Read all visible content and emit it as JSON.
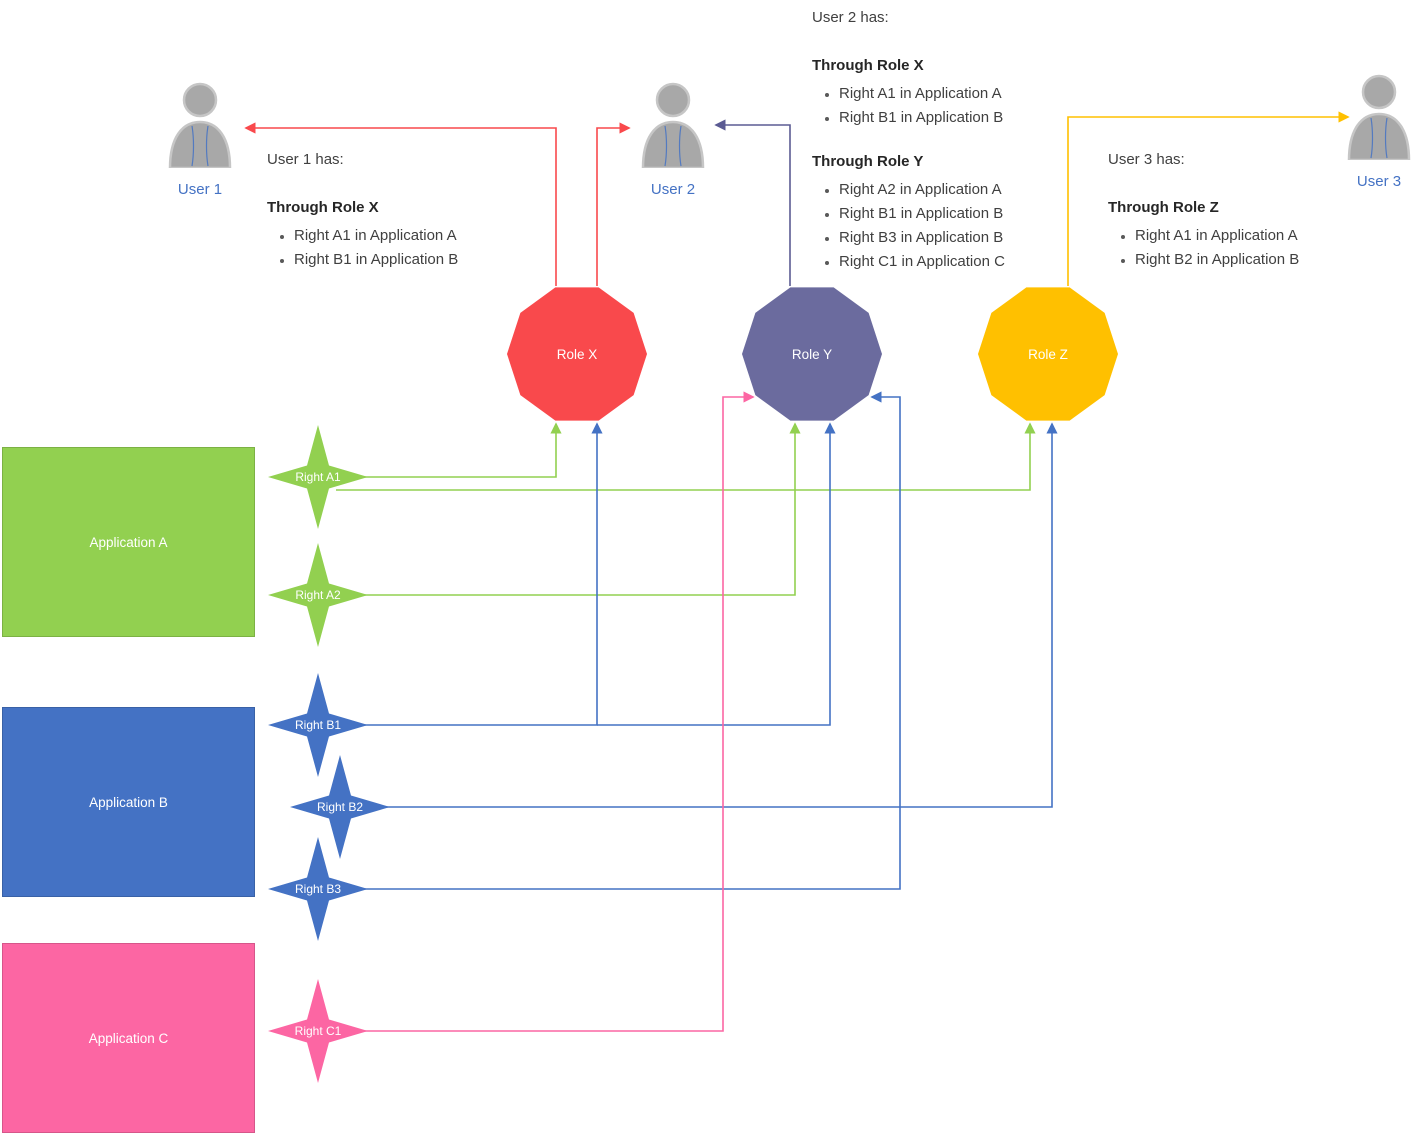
{
  "users": [
    {
      "name": "User 1"
    },
    {
      "name": "User 2"
    },
    {
      "name": "User 3"
    }
  ],
  "roles": [
    {
      "name": "Role X",
      "color": "#F9494C"
    },
    {
      "name": "Role Y",
      "color": "#6B6B9E"
    },
    {
      "name": "Role Z",
      "color": "#FFC000"
    }
  ],
  "applications": [
    {
      "name": "Application A",
      "color": "#92D050"
    },
    {
      "name": "Application B",
      "color": "#4472C4"
    },
    {
      "name": "Application C",
      "color": "#FC66A3"
    }
  ],
  "rights": [
    {
      "name": "Right A1",
      "color": "#92D050"
    },
    {
      "name": "Right A2",
      "color": "#92D050"
    },
    {
      "name": "Right B1",
      "color": "#4472C4"
    },
    {
      "name": "Right B2",
      "color": "#4472C4"
    },
    {
      "name": "Right B3",
      "color": "#4472C4"
    },
    {
      "name": "Right C1",
      "color": "#FC66A3"
    }
  ],
  "notes": {
    "user1": {
      "title": "User 1 has:",
      "sections": [
        {
          "heading": "Through Role X",
          "items": [
            "Right A1 in Application A",
            "Right B1 in Application B"
          ]
        }
      ]
    },
    "user2": {
      "title": "User 2 has:",
      "sections": [
        {
          "heading": "Through Role X",
          "items": [
            "Right A1 in Application A",
            "Right B1 in Application B"
          ]
        },
        {
          "heading": "Through Role Y",
          "items": [
            "Right A2 in Application A",
            "Right B1 in Application B",
            "Right B3 in Application B",
            "Right C1 in Application C"
          ]
        }
      ]
    },
    "user3": {
      "title": "User 3 has:",
      "sections": [
        {
          "heading": "Through Role Z",
          "items": [
            "Right A1 in Application A",
            "Right B2 in Application B"
          ]
        }
      ]
    }
  },
  "connections": {
    "role_to_user": [
      {
        "from": "Role X",
        "to": "User 1",
        "color": "#F9494C"
      },
      {
        "from": "Role X",
        "to": "User 2",
        "color": "#F9494C"
      },
      {
        "from": "Role Y",
        "to": "User 2",
        "color": "#5B5B93"
      },
      {
        "from": "Role Z",
        "to": "User 3",
        "color": "#FFC000"
      }
    ],
    "right_to_role": [
      {
        "from": "Right A1",
        "to": "Role X",
        "color": "#92D050"
      },
      {
        "from": "Right A1",
        "to": "Role Z",
        "color": "#92D050"
      },
      {
        "from": "Right A2",
        "to": "Role Y",
        "color": "#92D050"
      },
      {
        "from": "Right B1",
        "to": "Role X",
        "color": "#4472C4"
      },
      {
        "from": "Right B1",
        "to": "Role Y",
        "color": "#4472C4"
      },
      {
        "from": "Right B2",
        "to": "Role Z",
        "color": "#4472C4"
      },
      {
        "from": "Right B3",
        "to": "Role Y",
        "color": "#4472C4"
      },
      {
        "from": "Right C1",
        "to": "Role Y",
        "color": "#FC66A3"
      }
    ]
  },
  "ui_colors": {
    "user_label": "#4472C4",
    "note_text": "#404040",
    "person_icon": "#A8A8A8"
  }
}
